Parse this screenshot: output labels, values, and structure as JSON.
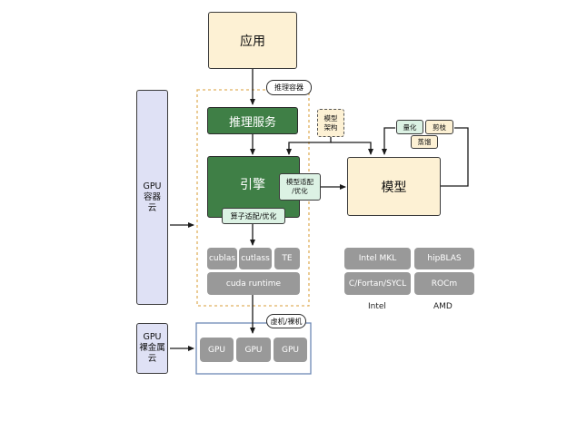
{
  "app": {
    "label": "应用"
  },
  "inference_container": {
    "label": "推理容器"
  },
  "inference_service": {
    "label": "推理服务"
  },
  "model_arch": {
    "label_line1": "模型",
    "label_line2": "架构"
  },
  "engine": {
    "label": "引擎"
  },
  "model_adapt": {
    "label_line1": "模型适配",
    "label_line2": "/优化"
  },
  "operator_adapt": {
    "label": "算子适配/优化"
  },
  "model": {
    "label": "模型"
  },
  "model_ops": {
    "quantize": "量化",
    "prune": "剪枝",
    "distill": "蒸馏"
  },
  "cuda_stack": {
    "cublas": "cublas",
    "cutlass": "cutlass",
    "te": "TE",
    "runtime": "cuda runtime"
  },
  "intel_stack": {
    "mkl": "Intel MKL",
    "sycl": "C/Fortan/SYCL",
    "caption": "Intel"
  },
  "amd_stack": {
    "hipblas": "hipBLAS",
    "rocm": "ROCm",
    "caption": "AMD"
  },
  "gpu_cloud": {
    "line1": "GPU",
    "line2": "容器",
    "line3": "云"
  },
  "bare_metal_cloud": {
    "line1": "GPU",
    "line2": "裸金属",
    "line3": "云"
  },
  "vm": {
    "label": "虚机/裸机"
  },
  "gpus": [
    "GPU",
    "GPU",
    "GPU"
  ]
}
